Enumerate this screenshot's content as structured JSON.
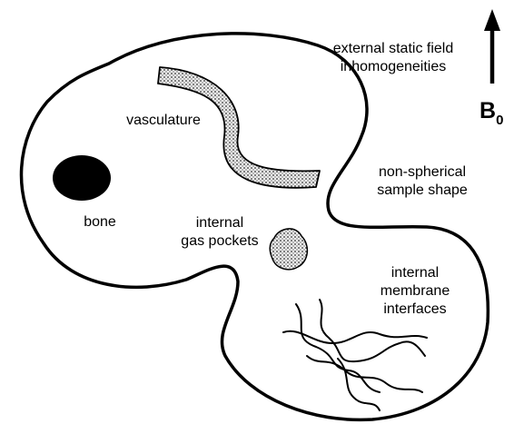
{
  "labels": {
    "external_field_line1": "external static field",
    "external_field_line2": "inhomogeneities",
    "vasculature": "vasculature",
    "bone": "bone",
    "gas_pockets_line1": "internal",
    "gas_pockets_line2": "gas pockets",
    "sample_shape_line1": "non-spherical",
    "sample_shape_line2": "sample shape",
    "membrane_line1": "internal",
    "membrane_line2": "membrane",
    "membrane_line3": "interfaces"
  },
  "field": {
    "symbol": "B",
    "subscript": "0"
  },
  "colors": {
    "ink": "#000000",
    "background": "#ffffff",
    "stipple_fill": "#cfcfcf"
  }
}
